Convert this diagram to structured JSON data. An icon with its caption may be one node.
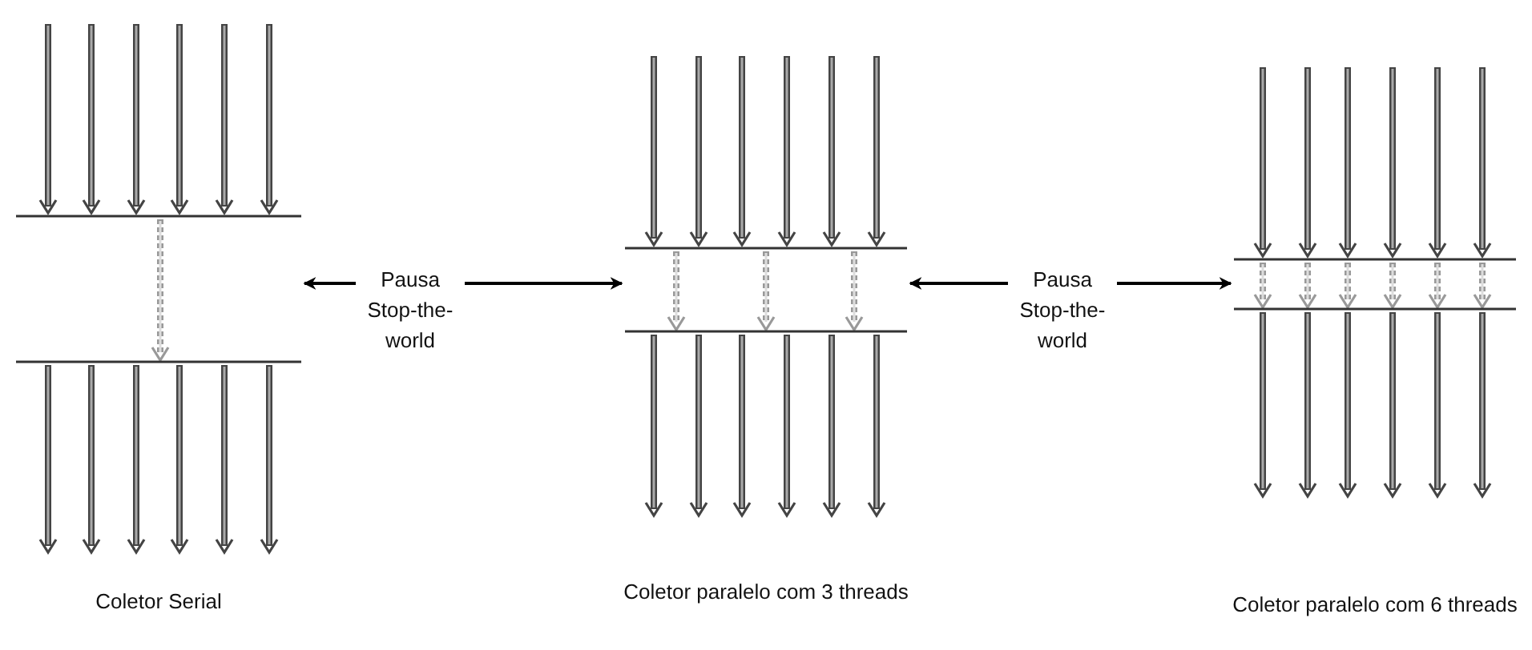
{
  "diagram": {
    "nodes": [
      {
        "text": [
          "Coletor Serial"
        ]
      },
      {
        "text": [
          "Pausa Stop-the-world"
        ]
      },
      {
        "text": [
          "Coletor paralelo com 3 threads"
        ]
      },
      {
        "text": [
          "Pausa Stop-the-world"
        ]
      },
      {
        "text": [
          "Coletor paralelo com 6 threads"
        ]
      }
    ],
    "edges": [
      {
        "from": 1,
        "to": 0,
        "arrow": "to"
      },
      {
        "from": 1,
        "to": 2,
        "arrow": "to"
      },
      {
        "from": 3,
        "to": 2,
        "arrow": "to"
      },
      {
        "from": 3,
        "to": 4,
        "arrow": "to"
      }
    ]
  }
}
